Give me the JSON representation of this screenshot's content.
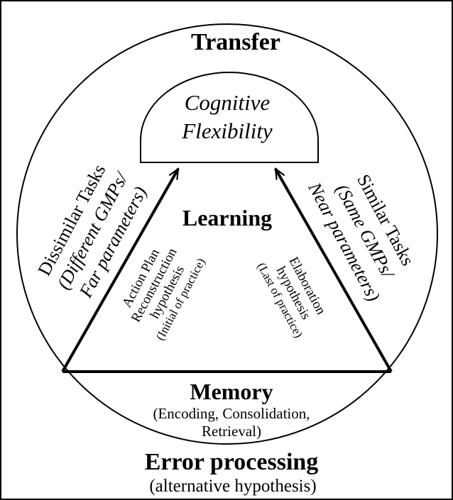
{
  "diagram": {
    "title": "Transfer",
    "cognitive_flexibility": {
      "line1": "Cognitive",
      "line2": "Flexibility"
    },
    "learning": "Learning",
    "left_outer": {
      "line1": "Dissimilar Tasks",
      "line2": "(Different GMPs/",
      "line3": "Far parameters)"
    },
    "right_outer": {
      "line1": "Similar Tasks",
      "line2": "(Same GMPs/",
      "line3": "Near parameters)"
    },
    "left_inner": {
      "line1": "Action Plan",
      "line2": "Reconstruction",
      "line3": "hypothesis",
      "line4": "(Initial of practice)"
    },
    "right_inner": {
      "line1": "Elaboration",
      "line2": "hypothesis",
      "line3": "(Last of practice)"
    },
    "memory": {
      "title": "Memory",
      "line1": "(Encoding, Consolidation,",
      "line2": "Retrieval)"
    },
    "error_processing": {
      "title": "Error processing",
      "subtitle": "(alternative hypothesis)"
    }
  }
}
